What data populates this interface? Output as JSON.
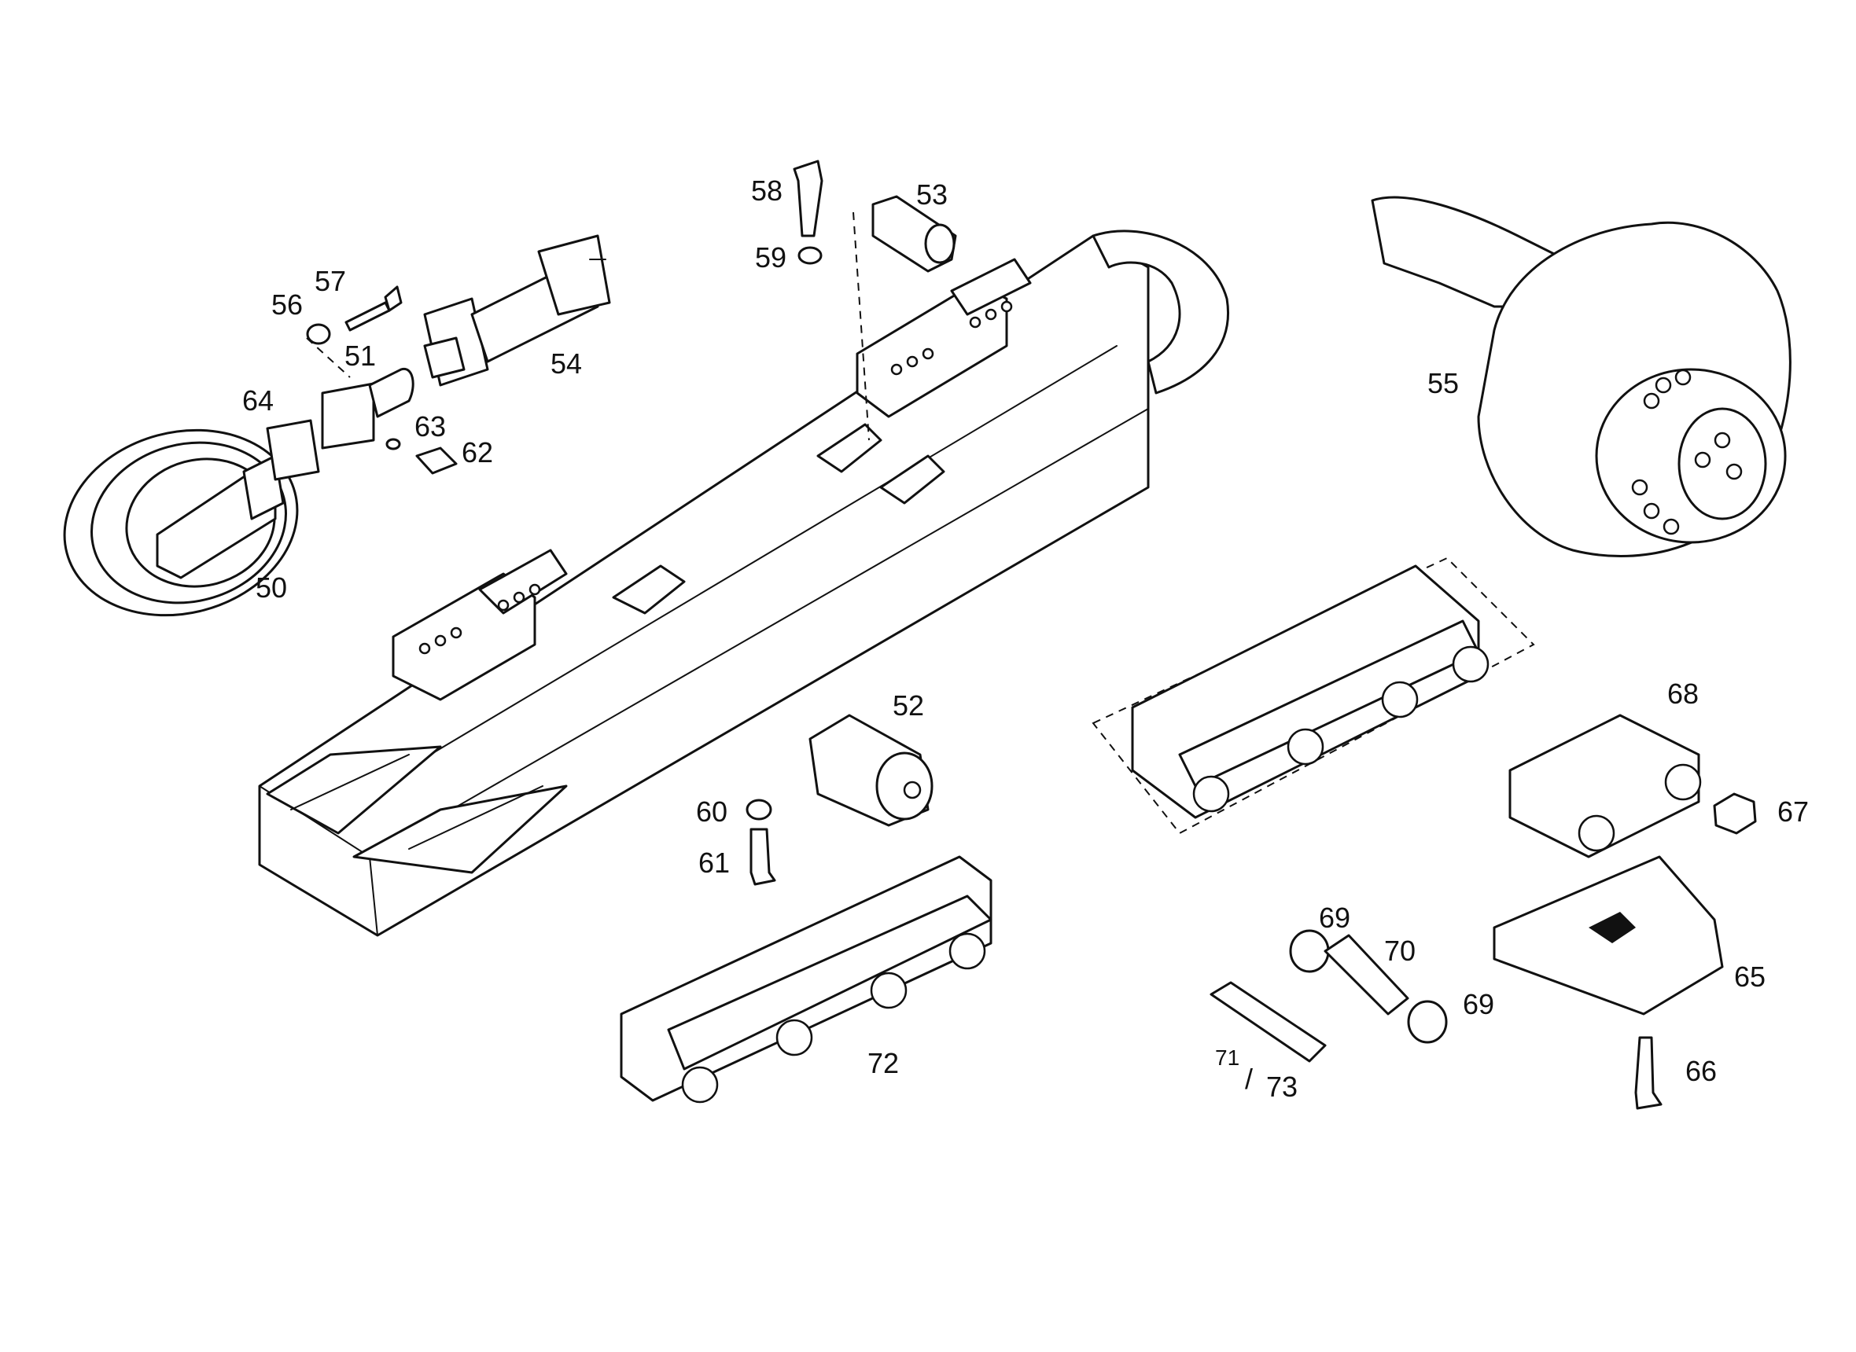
{
  "labels": {
    "p50": "50",
    "p51": "51",
    "p52": "52",
    "p53": "53",
    "p54": "54",
    "p55": "55",
    "p56": "56",
    "p57": "57",
    "p58": "58",
    "p59": "59",
    "p60": "60",
    "p61": "61",
    "p62": "62",
    "p63": "63",
    "p64": "64",
    "p65": "65",
    "p66": "66",
    "p67": "67",
    "p68": "68",
    "p69a": "69",
    "p69b": "69",
    "p70": "70",
    "p71": "71",
    "p71_sep": "/",
    "p73": "73",
    "p72": "72"
  }
}
